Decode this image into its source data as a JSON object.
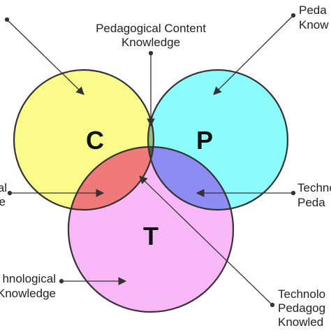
{
  "diagram": {
    "circles": {
      "content": {
        "letter": "C",
        "fill": "#fbfb8c"
      },
      "pedagogy": {
        "letter": "P",
        "fill": "#8cfbfb"
      },
      "technology": {
        "letter": "T",
        "fill": "#f8b8f8"
      }
    },
    "overlaps": {
      "pck": {
        "fill": "#8fbf8c"
      },
      "tck": {
        "fill": "#f07a7a"
      },
      "tpk": {
        "fill": "#8c8cf4"
      },
      "tpack": {
        "fill": "#5a5c2e"
      }
    },
    "labels": {
      "pck": [
        "Pedagogical Content",
        "Knowledge"
      ],
      "pk": [
        "Peda",
        "Know"
      ],
      "ck": [
        "",
        ""
      ],
      "tck": [
        "nical",
        "e"
      ],
      "tpk": [
        "Techno",
        "Peda"
      ],
      "tk": [
        "hnological",
        "Knowledge"
      ],
      "tpack": [
        "Technolo",
        "Pedagog",
        "Knowled"
      ]
    },
    "stroke_color": "#333333"
  }
}
